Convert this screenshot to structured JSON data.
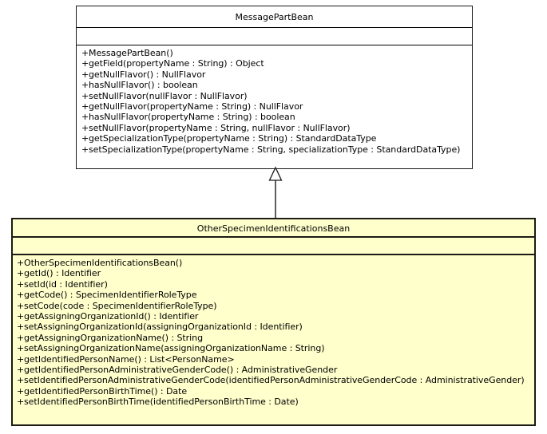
{
  "diagram": {
    "type": "uml-class-diagram",
    "background_color": "#ffffff",
    "relationship": {
      "kind": "generalization",
      "label": "",
      "from": "OtherSpecimenIdentificationsBean",
      "to": "MessagePartBean",
      "arrow": "hollow-triangle"
    }
  },
  "classes": [
    {
      "id": "message-part-bean",
      "name": "MessagePartBean",
      "fill_color": "#ffffff",
      "border_color": "#1a1a1a",
      "attributes": [],
      "operations": [
        {
          "visibility": "+",
          "signature": "MessagePartBean()"
        },
        {
          "visibility": "+",
          "signature": "getField(propertyName : String) : Object"
        },
        {
          "visibility": "+",
          "signature": "getNullFlavor() : NullFlavor"
        },
        {
          "visibility": "+",
          "signature": "hasNullFlavor() : boolean"
        },
        {
          "visibility": "+",
          "signature": "setNullFlavor(nullFlavor : NullFlavor)"
        },
        {
          "visibility": "+",
          "signature": "getNullFlavor(propertyName : String) : NullFlavor"
        },
        {
          "visibility": "+",
          "signature": "hasNullFlavor(propertyName : String) : boolean"
        },
        {
          "visibility": "+",
          "signature": "setNullFlavor(propertyName : String, nullFlavor : NullFlavor)"
        },
        {
          "visibility": "+",
          "signature": "getSpecializationType(propertyName : String) : StandardDataType"
        },
        {
          "visibility": "+",
          "signature": "setSpecializationType(propertyName : String, specializationType : StandardDataType)"
        }
      ]
    },
    {
      "id": "other-specimen-identifications-bean",
      "name": "OtherSpecimenIdentificationsBean",
      "fill_color": "#ffffcc",
      "border_color": "#1c1c14",
      "attributes": [],
      "operations": [
        {
          "visibility": "+",
          "signature": "OtherSpecimenIdentificationsBean()"
        },
        {
          "visibility": "+",
          "signature": "getId() : Identifier"
        },
        {
          "visibility": "+",
          "signature": "setId(id : Identifier)"
        },
        {
          "visibility": "+",
          "signature": "getCode() : SpecimenIdentifierRoleType"
        },
        {
          "visibility": "+",
          "signature": "setCode(code : SpecimenIdentifierRoleType)"
        },
        {
          "visibility": "+",
          "signature": "getAssigningOrganizationId() : Identifier"
        },
        {
          "visibility": "+",
          "signature": "setAssigningOrganizationId(assigningOrganizationId : Identifier)"
        },
        {
          "visibility": "+",
          "signature": "getAssigningOrganizationName() : String"
        },
        {
          "visibility": "+",
          "signature": "setAssigningOrganizationName(assigningOrganizationName : String)"
        },
        {
          "visibility": "+",
          "signature": "getIdentifiedPersonName() : List<PersonName>"
        },
        {
          "visibility": "+",
          "signature": "getIdentifiedPersonAdministrativeGenderCode() : AdministrativeGender"
        },
        {
          "visibility": "+",
          "signature": "setIdentifiedPersonAdministrativeGenderCode(identifiedPersonAdministrativeGenderCode : AdministrativeGender)"
        },
        {
          "visibility": "+",
          "signature": "getIdentifiedPersonBirthTime() : Date"
        },
        {
          "visibility": "+",
          "signature": "setIdentifiedPersonBirthTime(identifiedPersonBirthTime : Date)"
        }
      ]
    }
  ]
}
